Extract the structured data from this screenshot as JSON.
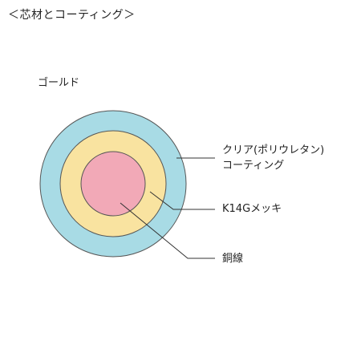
{
  "heading": "＜芯材とコーティング＞",
  "variant": "ゴールド",
  "layers": {
    "coating": {
      "label_line1": "クリア(ポリウレタン)",
      "label_line2": "コーティング",
      "color": "#a8dbe5"
    },
    "plating": {
      "label": "K14Gメッキ",
      "color": "#f9e3a0"
    },
    "core": {
      "label": "銅線",
      "color": "#f2a9b7"
    }
  },
  "outline_color": "#555555"
}
